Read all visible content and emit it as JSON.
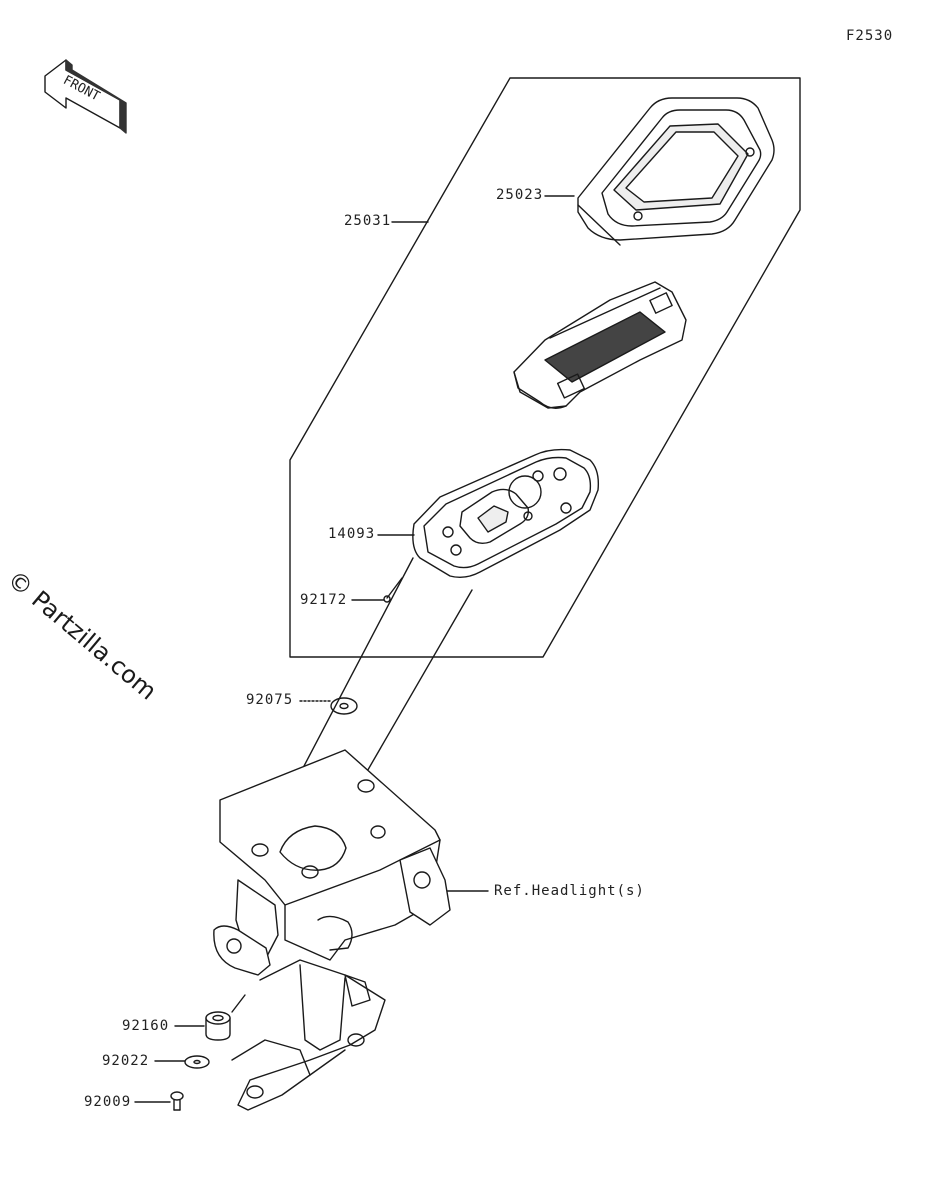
{
  "figure_code": "F2530",
  "front_label": "FRONT",
  "watermark": "© Partzilla.com",
  "callouts": [
    {
      "id": "25023",
      "text": "25023"
    },
    {
      "id": "25031",
      "text": "25031"
    },
    {
      "id": "14093",
      "text": "14093"
    },
    {
      "id": "92172",
      "text": "92172"
    },
    {
      "id": "92075",
      "text": "92075"
    },
    {
      "id": "ref-headlight",
      "text": "Ref.Headlight(s)"
    },
    {
      "id": "92160",
      "text": "92160"
    },
    {
      "id": "92022",
      "text": "92022"
    },
    {
      "id": "92009",
      "text": "92009"
    }
  ]
}
